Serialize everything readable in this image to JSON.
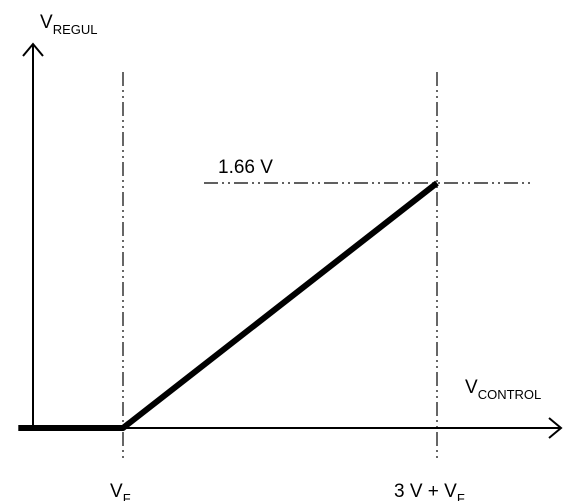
{
  "chart_data": {
    "type": "line",
    "title": "",
    "y_axis_label": {
      "main": "V",
      "sub": "REGUL"
    },
    "x_axis_label": {
      "main": "V",
      "sub": "CONTROL"
    },
    "series": [
      {
        "points": [
          {
            "x": -1.0,
            "y": 0
          },
          {
            "x": 0.0,
            "y": 0
          },
          {
            "x": 3.0,
            "y": 1.66
          }
        ]
      }
    ],
    "x_markers": [
      {
        "x": 0.0,
        "label_main": "V",
        "label_sub": "F"
      },
      {
        "x": 3.0,
        "label_main": "3 V + V",
        "label_sub": "F"
      }
    ],
    "y_markers": [
      {
        "y": 1.66,
        "label": "1.66 V"
      }
    ],
    "line_color": "#000000",
    "axis_color": "#000000",
    "grid": false
  }
}
